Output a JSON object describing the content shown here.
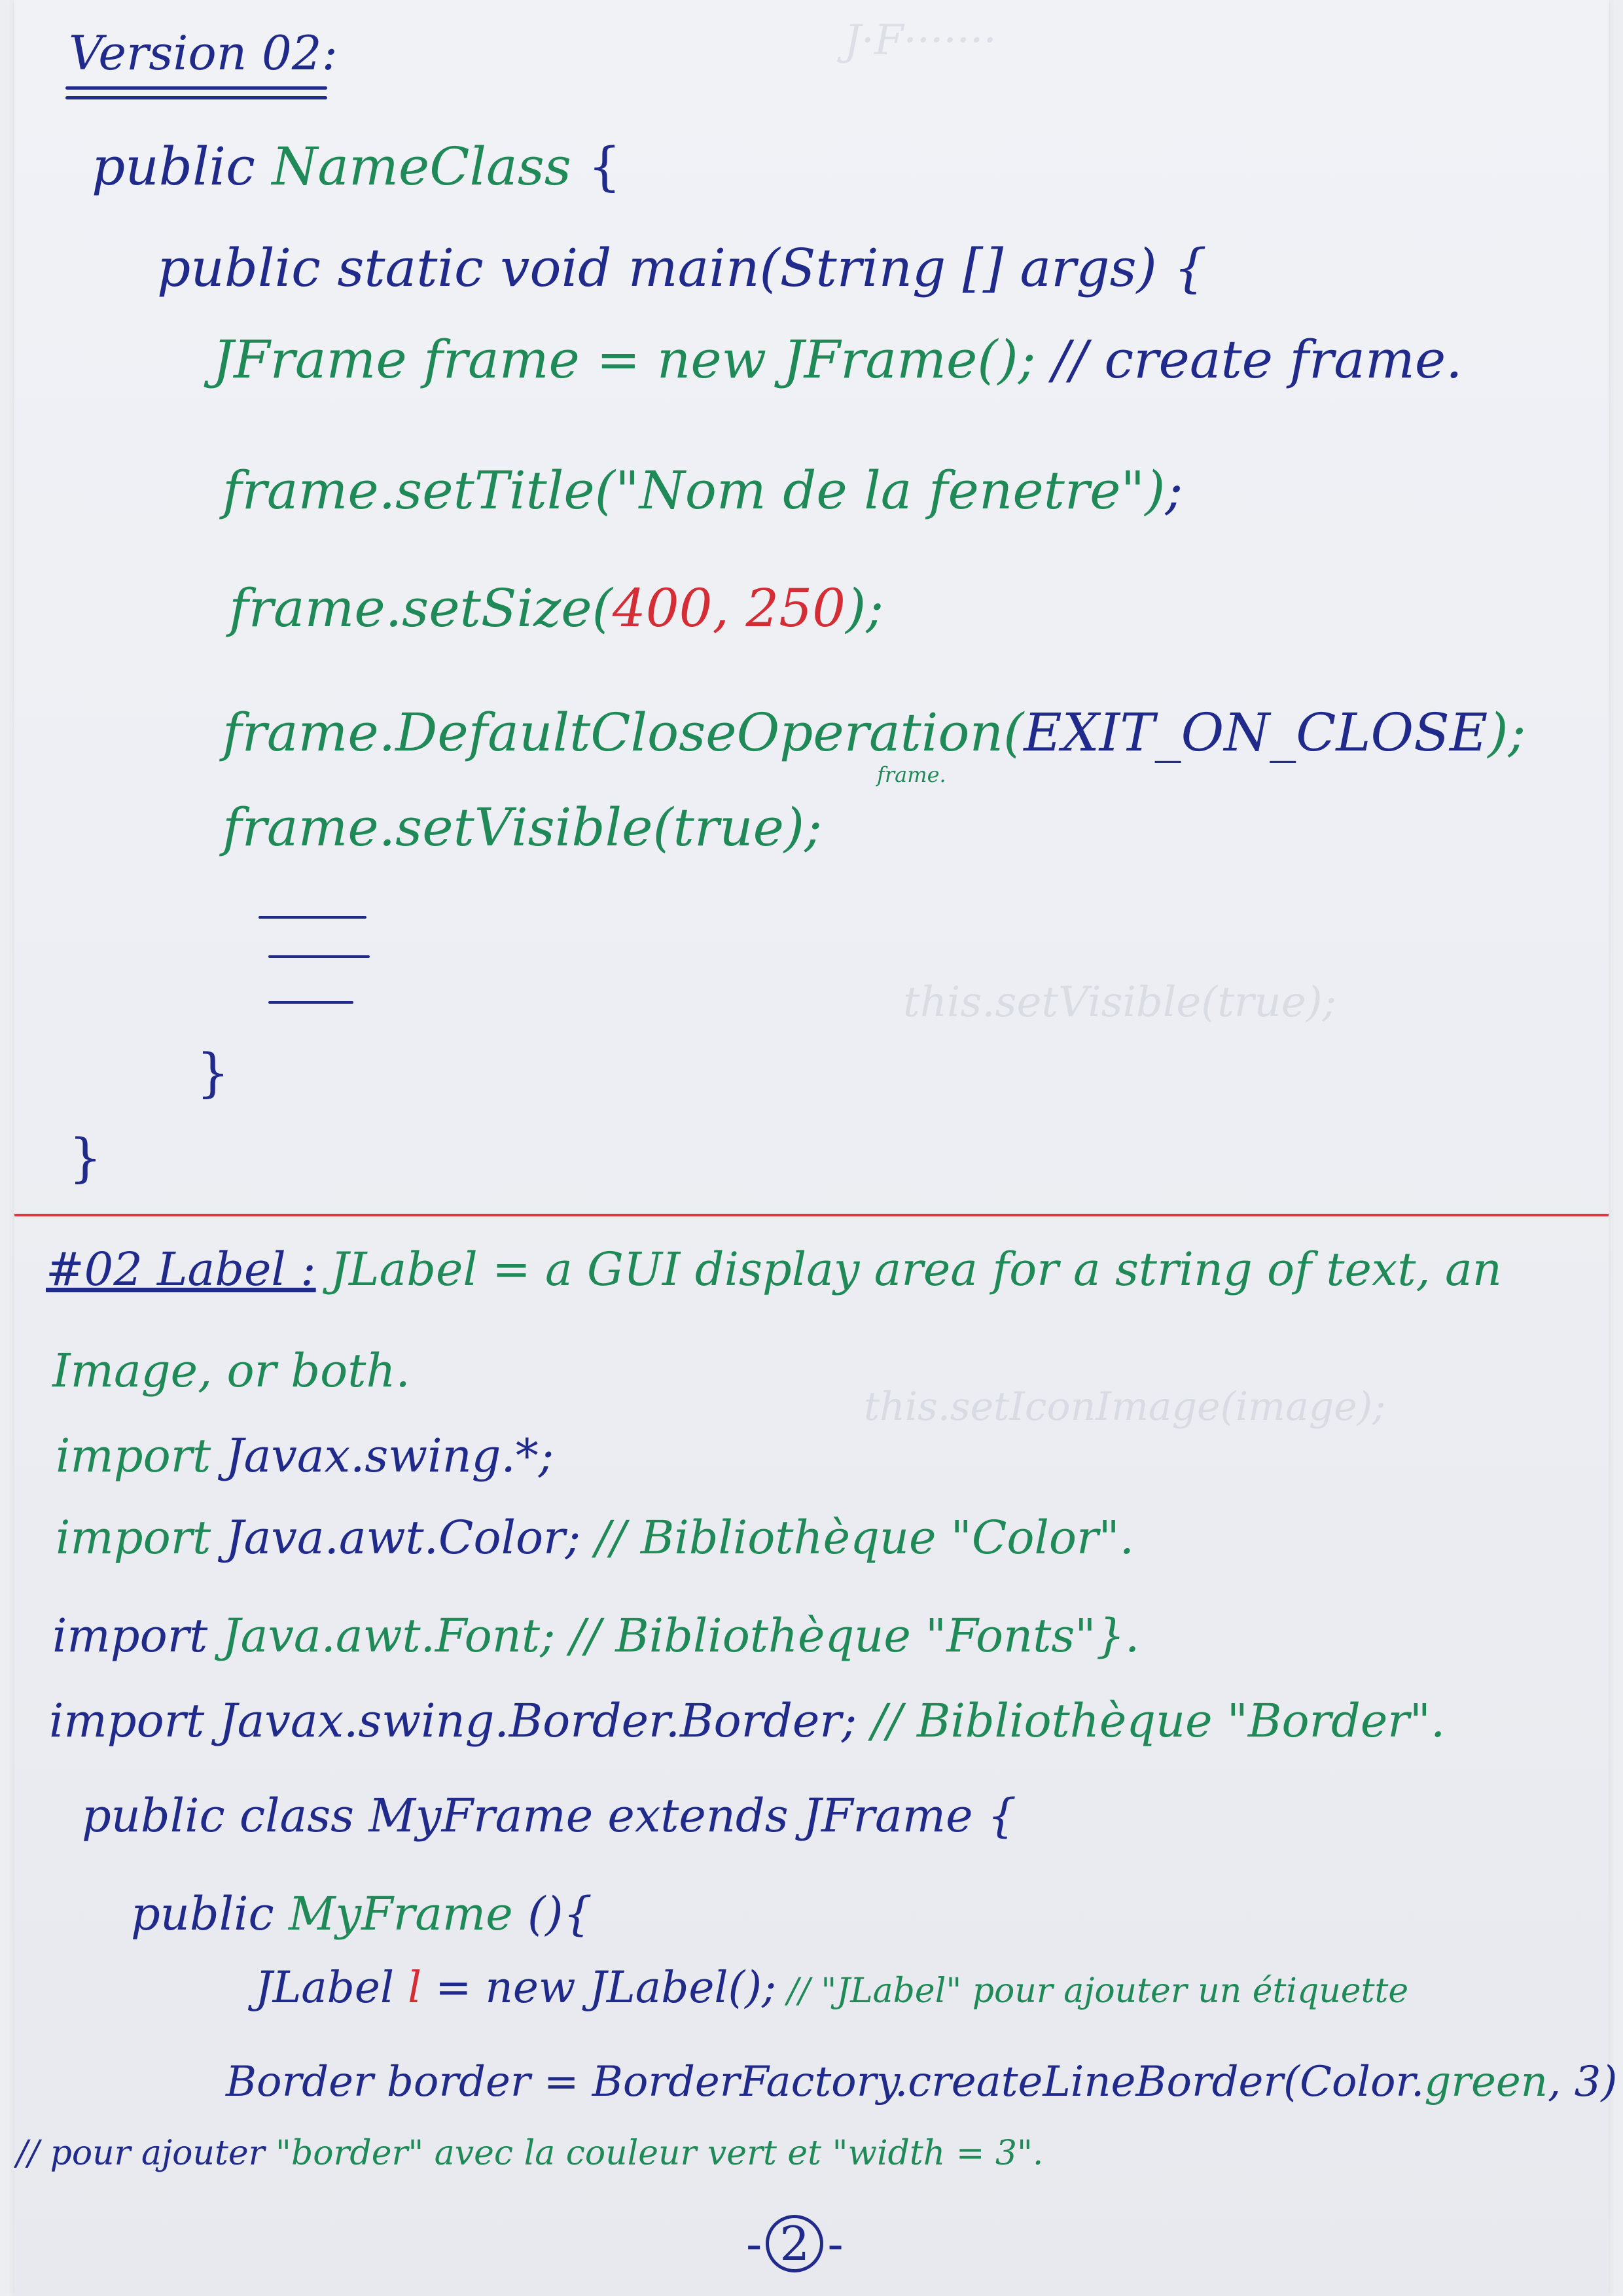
{
  "section1": {
    "title": "Version 02:",
    "l1a": "public ",
    "l1b": "NameClass ",
    "l1c": "{",
    "l2": "public static void main(String [] args) {",
    "l3a": "JFrame frame = new JFrame();",
    "l3b": " // create frame.",
    "l4a": "frame.setTitle(\"Nom de la fenetre\")",
    "l4b": ";",
    "l5a": "frame.setSize(",
    "l5b": "400, 250",
    "l5c": ");",
    "l6a": "frame.DefaultCloseOperation(",
    "l6b": "EXIT_ON_CLOSE",
    "l6c": ");",
    "l6note": "frame.",
    "l7": "frame.setVisible(true);",
    "close_inner": "}",
    "close_outer": "}"
  },
  "section2": {
    "heading": "#02 Label :",
    "intro1": "JLabel = a GUI display area for a string of text, an",
    "intro2": "Image, or both.",
    "imp1a": "import",
    "imp1b": " Javax.swing.*;",
    "imp2a": "import",
    "imp2b": " Java.awt.Color;",
    "imp2c": " // Bibliothèque \"Color\".",
    "imp3a": "import",
    "imp3b": " Java.awt.Font;",
    "imp3c": " // Bibliothèque \"Fonts\"}.",
    "imp4a": "import",
    "imp4b": " Javax.swing.Border.Border;",
    "imp4c": " // Bibliothèque \"Border\".",
    "cls": "public class MyFrame extends JFrame {",
    "ctor_a": "public ",
    "ctor_b": "MyFrame",
    "ctor_c": " (){",
    "jl_a": "JLabel ",
    "jl_b": "l",
    "jl_c": " = new JLabel();",
    "jl_d": " // \"JLabel\" pour ajouter un étiquette",
    "bd_a": "Border border = BorderFactory.createLineBorder(Color.",
    "bd_b": "green",
    "bd_c": ", 3)",
    "cm_a": "// pour ajouter ",
    "cm_b": "\"border\" avec la couleur vert et \"width = 3\".",
    "page": "2"
  }
}
